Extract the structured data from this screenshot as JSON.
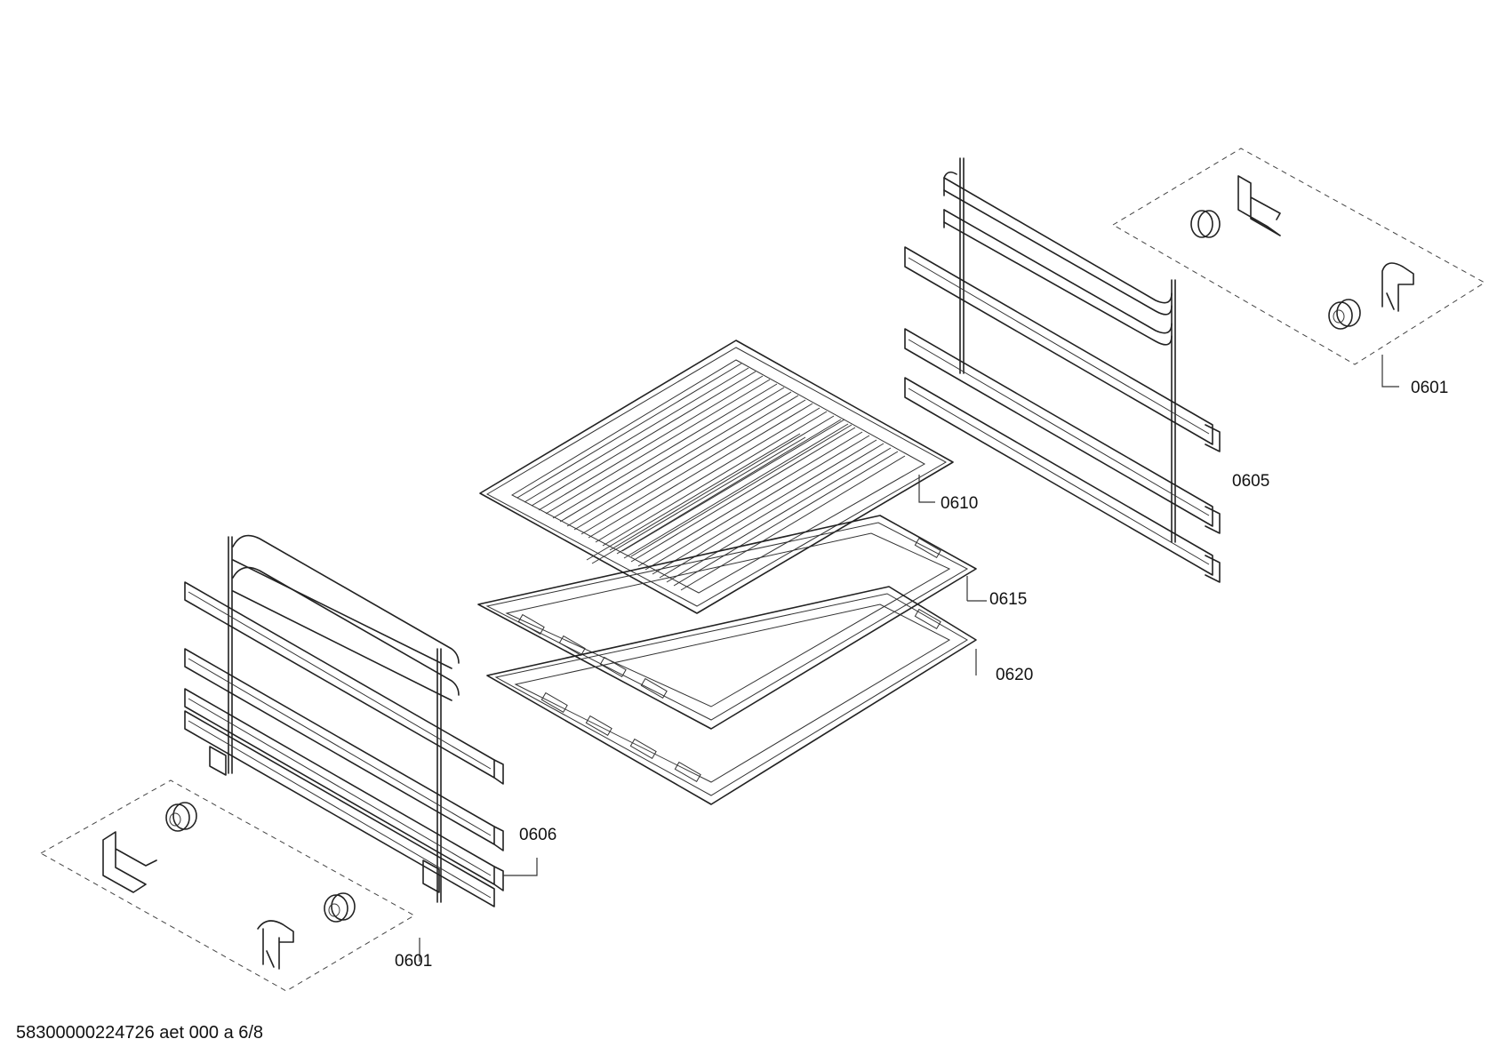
{
  "callouts": [
    {
      "id": "0601-right",
      "text": "0601"
    },
    {
      "id": "0605",
      "text": "0605"
    },
    {
      "id": "0610",
      "text": "0610"
    },
    {
      "id": "0615",
      "text": "0615"
    },
    {
      "id": "0620",
      "text": "0620"
    },
    {
      "id": "0606",
      "text": "0606"
    },
    {
      "id": "0601-left",
      "text": "0601"
    }
  ],
  "footer": "58300000224726 aet 000 a 6/8"
}
